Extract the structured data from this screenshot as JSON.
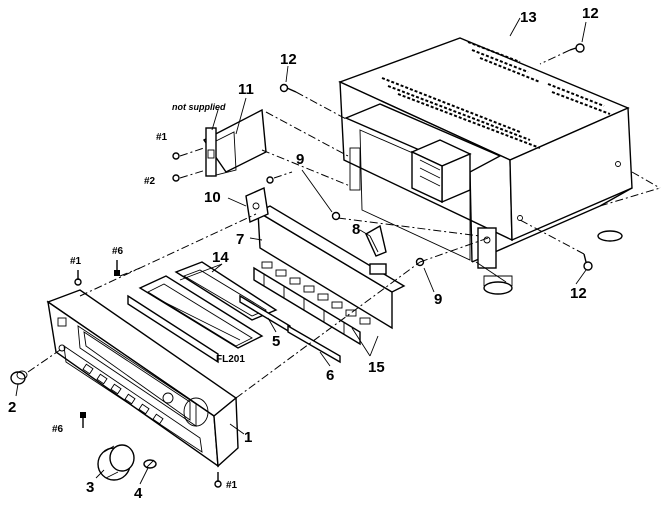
{
  "diagram": {
    "note_not_supplied": "not supplied",
    "label_fl201": "FL201",
    "screw_labels": {
      "s1_top": "#1",
      "s2": "#2",
      "s1_left": "#1",
      "s6_top": "#6",
      "s6_bottom": "#6",
      "s1_bottom": "#1"
    },
    "callouts": {
      "c1": "1",
      "c2": "2",
      "c3": "3",
      "c4": "4",
      "c5": "5",
      "c6": "6",
      "c7": "7",
      "c8": "8",
      "c9a": "9",
      "c9b": "9",
      "c10": "10",
      "c11": "11",
      "c12a": "12",
      "c12b": "12",
      "c12c": "12",
      "c13": "13",
      "c14": "14",
      "c15": "15"
    }
  }
}
